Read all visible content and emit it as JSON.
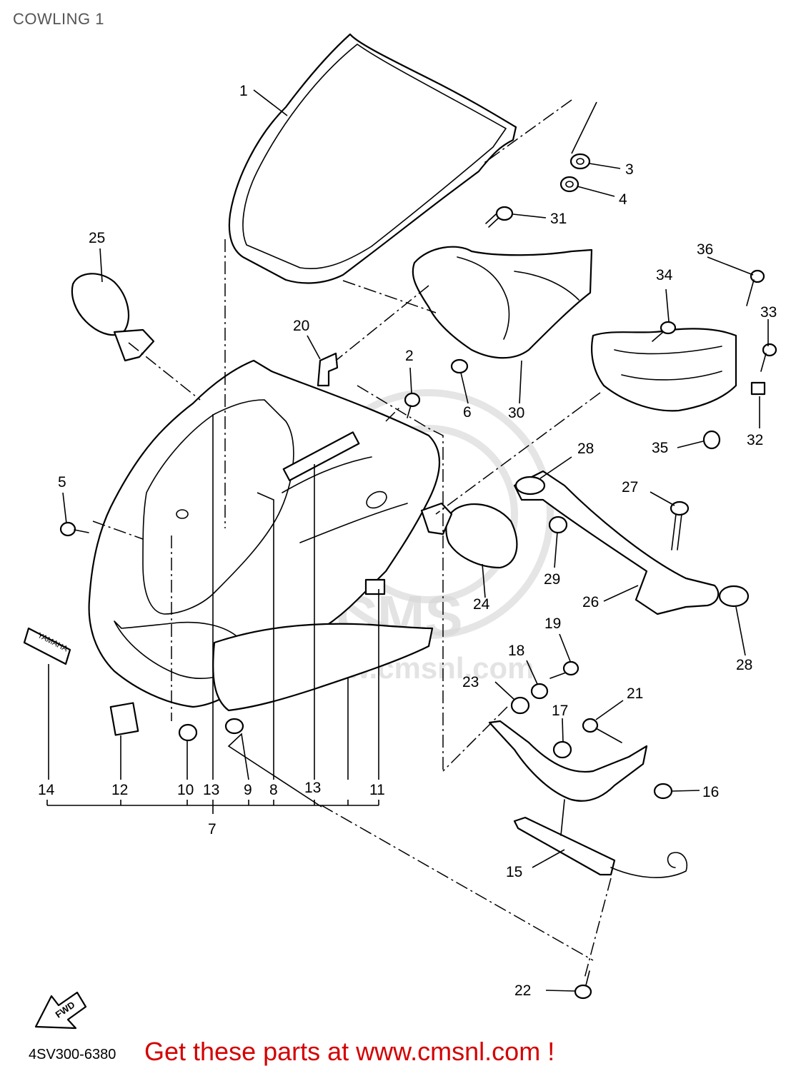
{
  "page": {
    "title": "COWLING 1",
    "doc_code": "4SV300-6380",
    "promo_text": "Get these parts at www.cmsnl.com !"
  },
  "diagram": {
    "fwd_label": "FWD",
    "decal_text": "YAMAHA",
    "watermark_text": "CMS",
    "watermark_url": "www.cmsnl.com",
    "callouts": {
      "c1": "1",
      "c2": "2",
      "c3": "3",
      "c4": "4",
      "c5": "5",
      "c6": "6",
      "c7": "7",
      "c8": "8",
      "c9": "9",
      "c10": "10",
      "c11": "11",
      "c12": "12",
      "c13a": "13",
      "c13b": "13",
      "c14": "14",
      "c15": "15",
      "c16": "16",
      "c17": "17",
      "c18": "18",
      "c19": "19",
      "c20": "20",
      "c21": "21",
      "c22": "22",
      "c23": "23",
      "c24": "24",
      "c25": "25",
      "c26": "26",
      "c27": "27",
      "c28a": "28",
      "c28b": "28",
      "c29": "29",
      "c30": "30",
      "c31": "31",
      "c32": "32",
      "c33": "33",
      "c34": "34",
      "c35": "35",
      "c36": "36"
    }
  },
  "colors": {
    "line": "#000000",
    "promo": "#d40000",
    "title": "#555555",
    "watermark": "#cfcfcf"
  }
}
